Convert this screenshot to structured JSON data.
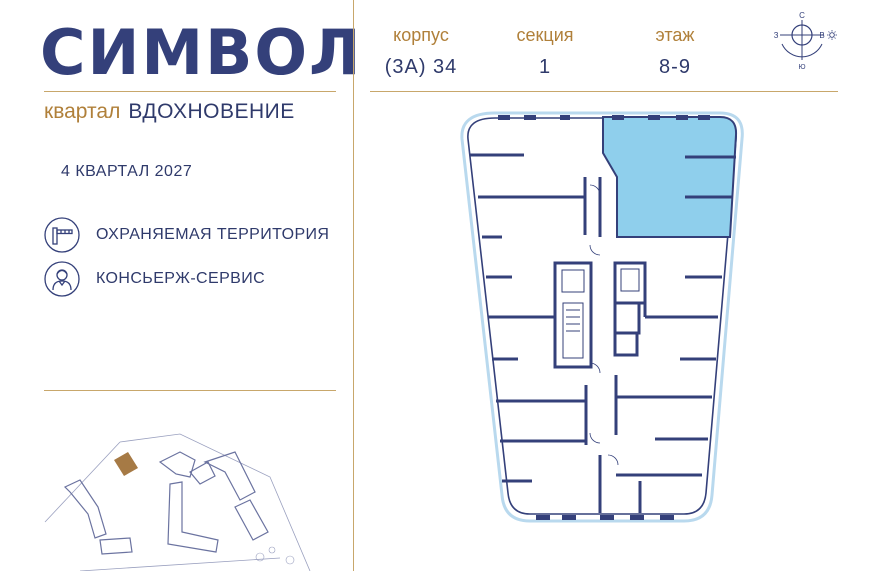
{
  "brand": {
    "logo": "СИМВОЛ"
  },
  "district": {
    "label": "квартал",
    "name": "ВДОХНОВЕНИЕ"
  },
  "deadline": "4 КВАРТАЛ 2027",
  "features": [
    {
      "label": "ОХРАНЯЕМАЯ ТЕРРИТОРИЯ",
      "icon": "barrier-icon"
    },
    {
      "label": "КОНСЬЕРЖ-СЕРВИС",
      "icon": "concierge-icon"
    }
  ],
  "info": {
    "building": {
      "label": "корпус",
      "value": "(3А) 34"
    },
    "section": {
      "label": "секция",
      "value": "1"
    },
    "floor": {
      "label": "этаж",
      "value": "8-9"
    }
  },
  "compass": {
    "north": "С",
    "south": "Ю",
    "west": "З",
    "east": "В"
  },
  "colors": {
    "navy": "#34407a",
    "gold": "#c8a76b",
    "highlight": "#8fcfec",
    "brown": "#a67a45"
  }
}
